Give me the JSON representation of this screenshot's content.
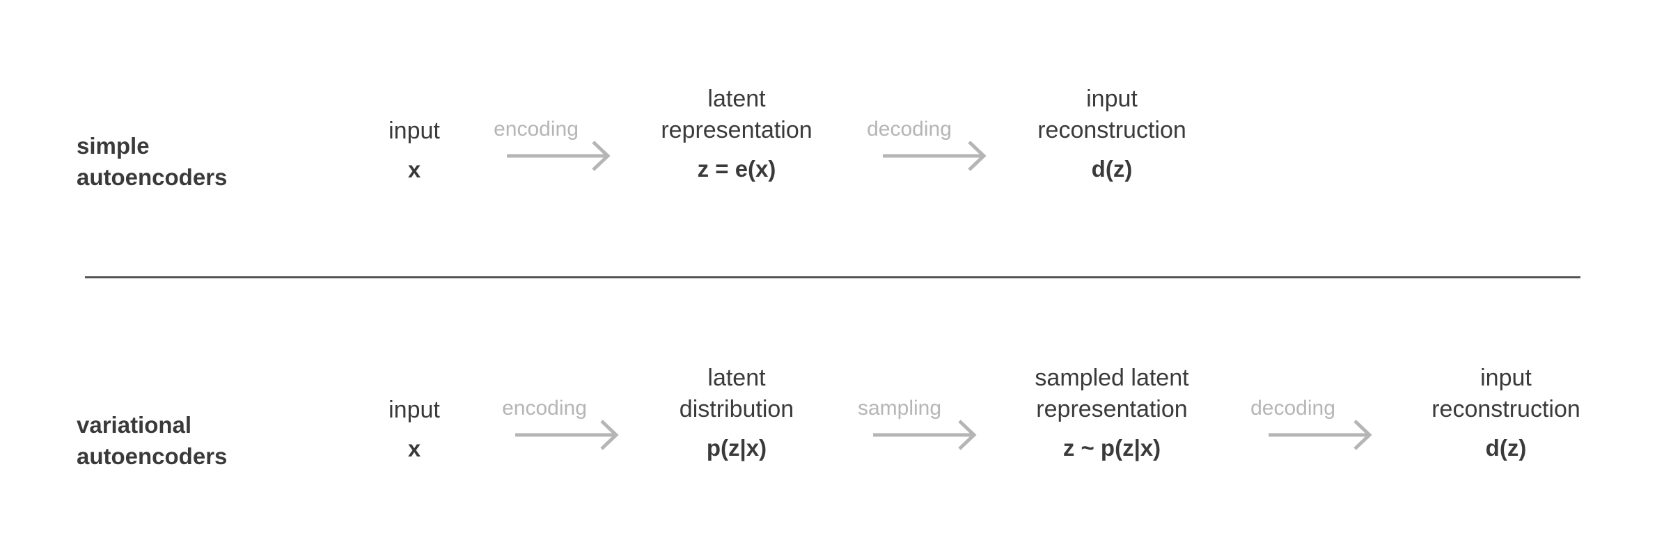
{
  "colors": {
    "text": "#3a3a3a",
    "edge": "#b5b5b5",
    "divider": "#555555",
    "background": "#ffffff"
  },
  "rows": [
    {
      "title": "simple\nautoencoders",
      "nodes": [
        {
          "label": "input",
          "formula": "x"
        },
        {
          "label": "latent\nrepresentation",
          "formula": "z = e(x)"
        },
        {
          "label": "input\nreconstruction",
          "formula": "d(z)"
        }
      ],
      "edges": [
        "encoding",
        "decoding"
      ]
    },
    {
      "title": "variational\nautoencoders",
      "nodes": [
        {
          "label": "input",
          "formula": "x"
        },
        {
          "label": "latent\ndistribution",
          "formula": "p(z|x)"
        },
        {
          "label": "sampled latent\nrepresentation",
          "formula": "z ~ p(z|x)"
        },
        {
          "label": "input\nreconstruction",
          "formula": "d(z)"
        }
      ],
      "edges": [
        "encoding",
        "sampling",
        "decoding"
      ]
    }
  ]
}
